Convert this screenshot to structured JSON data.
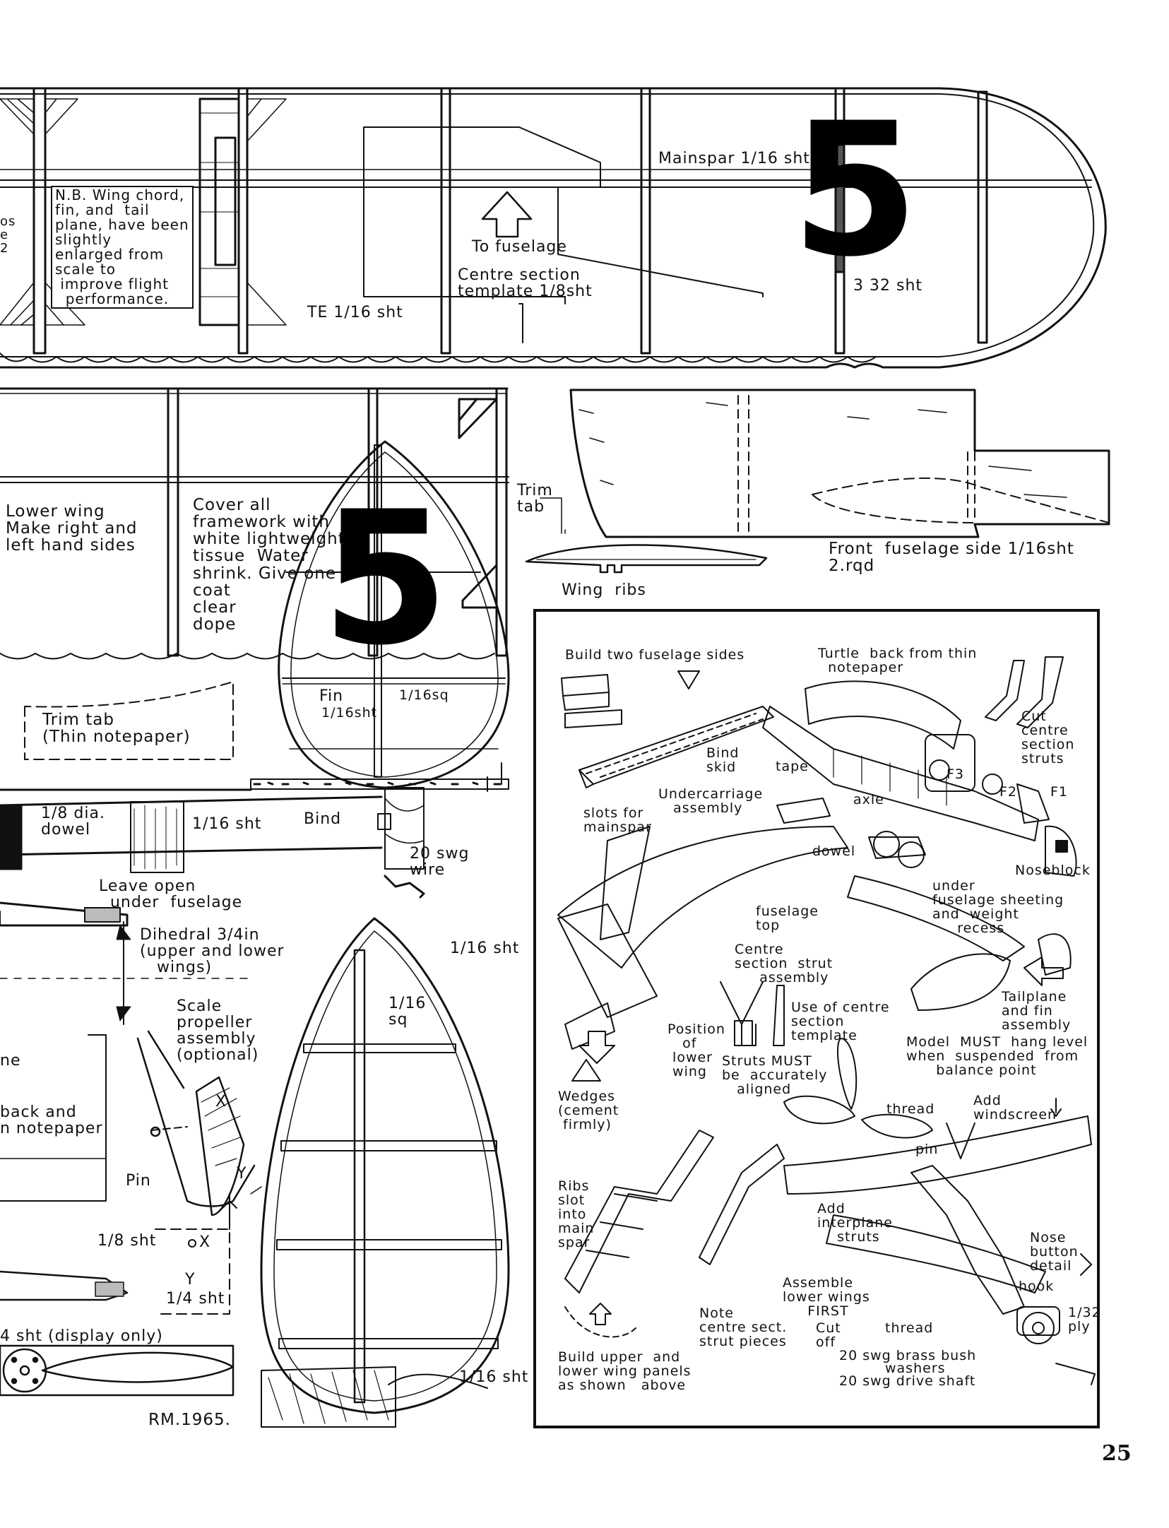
{
  "page_number": "25",
  "signature": "RM.1965.",
  "sheet_number": "5",
  "upper_wing": {
    "note": "N.B. Wing chord,\nfin, and  tail\nplane, have been\nslightly\nenlarged from\nscale to\n improve flight\n  performance.",
    "mainspar": "Mainspar 1/16 sht",
    "to_fuselage": "To fuselage",
    "centre_template": "Centre section\ntemplate 1/8sht",
    "te": "TE 1/16 sht",
    "tip": "3 32 sht",
    "edge_cut": "os\ne\n2"
  },
  "lower_wing": {
    "title": "Lower wing\nMake right and\nleft hand sides",
    "cover": "Cover all\nframework with\nwhite lightweight\ntissue  Water\nshrink. Give one\ncoat\nclear\ndope",
    "trim_tab": "Trim tab\n(Thin notepaper)",
    "fin": "Fin",
    "fin_sht": "1/16sht",
    "fin_sq": "1/16sq"
  },
  "fuselage_side": {
    "trim_tab": "Trim\ntab",
    "wing_ribs": "Wing  ribs",
    "label": "Front  fuselage side 1/16sht\n2.rqd"
  },
  "bottom_left": {
    "dowel": "1/8 dia.\ndowel",
    "sht": "1/16 sht",
    "bind": "Bind",
    "wire": "20 swg\nwire",
    "leave_open": "Leave open\n  under  fuselage",
    "dihedral": "Dihedral 3/4in\n(upper and lower\n   wings)",
    "scale_prop": "Scale\npropeller\nassembly\n(optional)",
    "back": "back and\nn notepaper",
    "ne": "ne",
    "pin": "Pin",
    "eighth_sht": "1/8 sht",
    "x": "X",
    "y": "Y",
    "quarter_sht": "1/4 sht",
    "display": "4 sht (display only)",
    "tail_sht": "1/16 sht",
    "tail_sq": "1/16\nsq",
    "prop_sht": "1/16 sht",
    "x2": "X",
    "y2": "Y"
  },
  "assembly": {
    "build_two": "Build two fuselage sides",
    "turtle": "Turtle  back from thin\n  notepaper",
    "cut_centre": "Cut\ncentre\nsection\nstruts",
    "bind_skid": "Bind\nskid",
    "tape": "tape",
    "f3": "F3",
    "f2": "F2",
    "f1": "F1",
    "undercarriage": "Undercarriage\n   assembly",
    "slots": "slots for\nmainspar",
    "axle": "axle",
    "dowel": "dowel",
    "noseblock": "Noseblock",
    "under_sheeting": "under\nfuselage sheeting\nand  weight\n     recess",
    "fuselage_top": "fuselage\ntop",
    "centre_strut": "Centre\nsection  strut\n     assembly",
    "tailplane": "Tailplane\nand fin\nassembly",
    "position": "Position\n   of\n lower\n wing",
    "use_centre": "Use of centre\nsection\ntemplate",
    "struts_must": "Struts MUST\nbe  accurately\n   aligned",
    "model_must": "Model  MUST  hang level\nwhen  suspended  from\n      balance point",
    "wedges": "Wedges\n(cement\n firmly)",
    "thread": "thread",
    "add_windscreen": "Add\nwindscreen",
    "pin": "pin",
    "ribs_slot": "Ribs\nslot\ninto\nmain\nspar",
    "add_interplane": "Add\ninterplane\n    struts",
    "nose_button": "Nose\nbutton\ndetail",
    "assemble_lower": "Assemble\nlower wings\n     FIRST",
    "hook": "hook",
    "ply": "1/32\nply",
    "note_centre": "Note\ncentre sect.\nstrut pieces",
    "cut_off": "Cut\noff",
    "thread2": "thread",
    "build_upper": "Build upper  and\nlower wing panels\nas shown   above",
    "brass_bush": "20 swg brass bush",
    "washers": "washers",
    "drive_shaft": "20 swg drive shaft"
  }
}
